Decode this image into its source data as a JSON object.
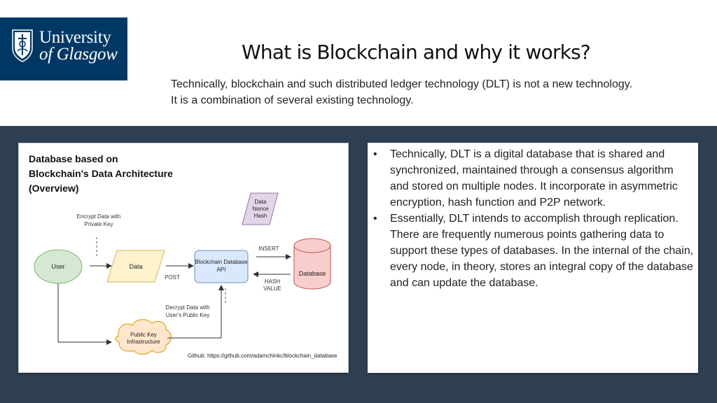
{
  "logo": {
    "line1": "University",
    "line2": "of Glasgow"
  },
  "title": "What is Blockchain and why it works?",
  "subtitle": "Technically, blockchain and such distributed ledger technology (DLT) is not a new technology. It is a combination of several existing technology.",
  "diagram": {
    "heading": [
      "Database based on",
      "Blockchain's Data Architecture",
      "(Overview)"
    ],
    "user": "User",
    "data": "Data",
    "api": [
      "Blockchain Database",
      "API"
    ],
    "database": "Database",
    "data_nonce_hash": [
      "Data",
      "Nonce",
      "Hash"
    ],
    "pki": [
      "Public Key",
      "Infrastructure"
    ],
    "encrypt_note": [
      "Encrypt Data with",
      "Private Key"
    ],
    "decrypt_note": [
      "Decrypt Data with",
      "User's Public Key"
    ],
    "post": "POST",
    "insert": "INSERT",
    "hash_value": [
      "HASH",
      "VALUE"
    ],
    "github": "Github: https://github.com/adamchinkc/blockchain_database"
  },
  "bullets": [
    "Technically, DLT is a digital database that is shared and synchronized, maintained through a consensus algorithm and stored on multiple nodes. It incorporate in asymmetric encryption, hash function and P2P network.",
    "Essentially, DLT intends to accomplish through replication. There are frequently numerous points gathering data to support these types of databases. In the internal of the chain, every node, in theory, stores an integral copy of the database and can update the database."
  ],
  "colors": {
    "logo_bg": "#003865",
    "band": "#2e3f53",
    "user_fill": "#d5e8d4",
    "data_fill": "#fff2cc",
    "api_fill": "#dae8fc",
    "database_fill": "#f8cecc",
    "nonce_fill": "#e1d5e7",
    "pki_fill": "#ffe6cc"
  }
}
